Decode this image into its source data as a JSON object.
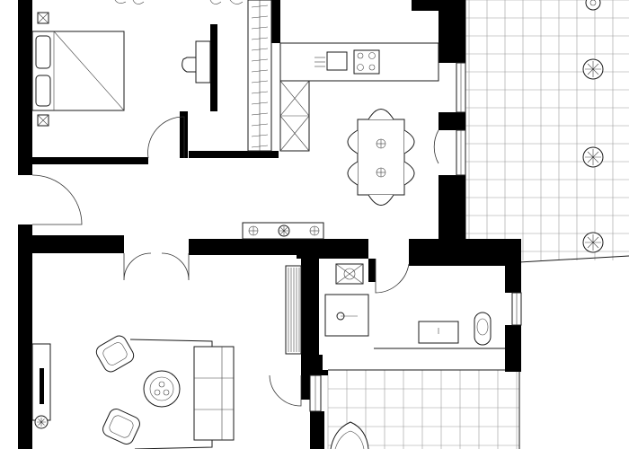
{
  "plan": {
    "image_type": "architectural floor plan",
    "labels": [],
    "colors": {
      "wall": "#000000",
      "line": "#1a1a1a",
      "grid": "#9a9a9a",
      "background": "#ffffff"
    },
    "rooms": [
      {
        "id": "bedroom",
        "furniture": [
          "double-bed",
          "nightstand-icon",
          "nightstand-icon",
          "desk",
          "chair",
          "wardrobe"
        ]
      },
      {
        "id": "kitchen-dining",
        "furniture": [
          "counter",
          "sink-icon",
          "cooktop-icon",
          "dining-table",
          "chair",
          "chair",
          "chair",
          "chair",
          "chair",
          "chair"
        ]
      },
      {
        "id": "hallway",
        "furniture": [
          "console-shelf",
          "lamp-icon"
        ]
      },
      {
        "id": "bathroom",
        "furniture": [
          "shower",
          "washbasin",
          "bathtub",
          "toilet",
          "washing-machine-icon"
        ]
      },
      {
        "id": "living-room",
        "furniture": [
          "sofa",
          "armchair",
          "armchair",
          "coffee-table",
          "radiator",
          "plant-icon"
        ]
      },
      {
        "id": "terrace",
        "furniture": [
          "tiled-deck",
          "plant-icon",
          "plant-icon",
          "plant-icon",
          "plant-icon"
        ]
      },
      {
        "id": "balcony",
        "furniture": [
          "tiled-deck",
          "chair"
        ]
      }
    ]
  }
}
